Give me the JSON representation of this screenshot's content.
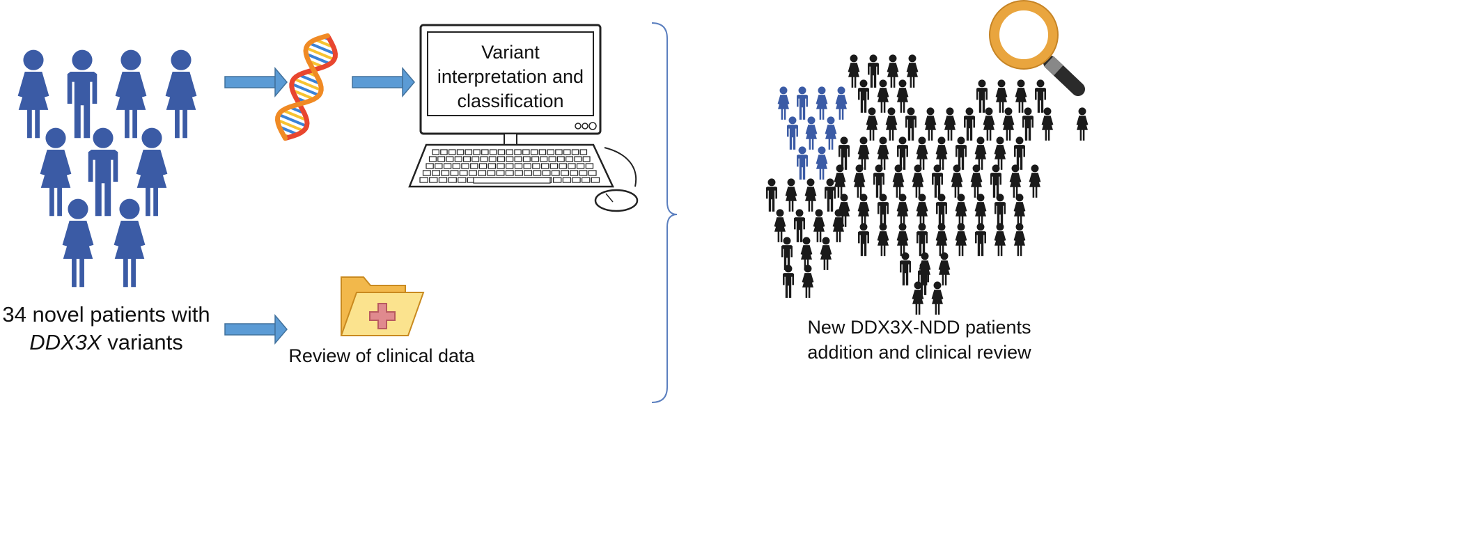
{
  "patients": {
    "line1": "34 novel patients with",
    "gene": "DDX3X",
    "line2_rest": " variants"
  },
  "monitor": {
    "line1": "Variant",
    "line2": "interpretation and",
    "line3": "classification"
  },
  "folder": {
    "caption": "Review of clinical data"
  },
  "result": {
    "line1": "New DDX3X-NDD patients",
    "line2": "addition and clinical review"
  },
  "colors": {
    "patient_blue": "#3b5ba5",
    "arrow_blue": "#5b9bd5",
    "crowd_black": "#1a1a1a",
    "bracket": "#5b7fbf",
    "magnifier_ring": "#f0b14a",
    "folder_yellow": "#f7cf6b",
    "cross_pink": "#e08a8e"
  }
}
